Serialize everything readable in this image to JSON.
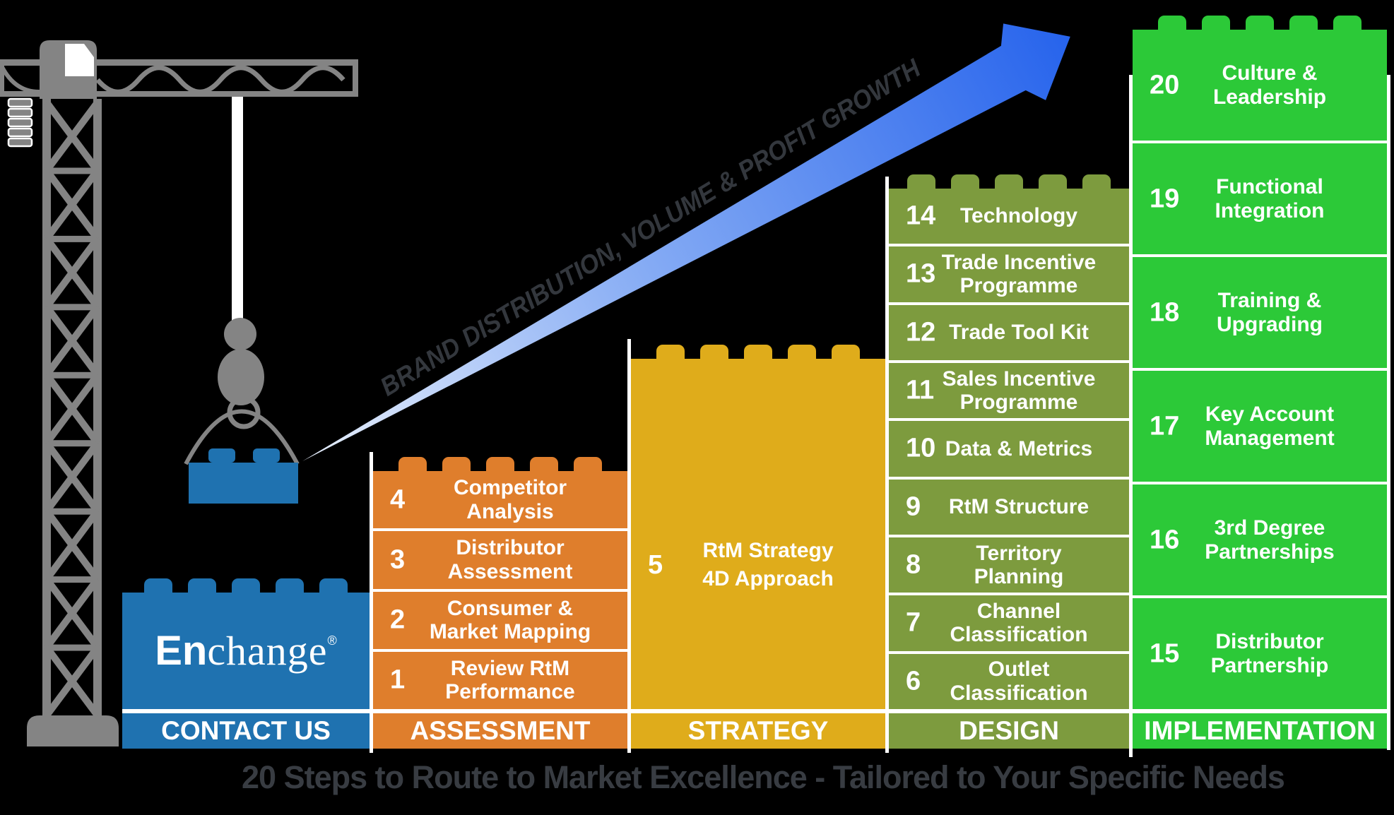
{
  "caption": "20 Steps to Route to Market Excellence - Tailored to Your Specific Needs",
  "arrow": {
    "label": "BRAND DISTRIBUTION, VOLUME & PROFIT GROWTH",
    "label_color": "#33373D",
    "gradient_start": "#E7EFFC",
    "gradient_mid": "#85ABF4",
    "gradient_end": "#2663EC"
  },
  "logo": {
    "bold": "En",
    "serif": "change",
    "reg": "®"
  },
  "colors": {
    "crane": "#848484",
    "cable": "#FFFFFF",
    "brick_blue": "#1F72B0",
    "caption_text": "#383C42",
    "background": "#000000"
  },
  "columns": [
    {
      "id": "contact",
      "label": "CONTACT US",
      "color": "#1F72B0",
      "logo": true,
      "steps": []
    },
    {
      "id": "assessment",
      "label": "ASSESSMENT",
      "color": "#DF7E2C",
      "steps": [
        {
          "num": "4",
          "text": "Competitor\nAnalysis"
        },
        {
          "num": "3",
          "text": "Distributor\nAssessment"
        },
        {
          "num": "2",
          "text": "Consumer &\nMarket Mapping"
        },
        {
          "num": "1",
          "text": "Review RtM\nPerformance"
        }
      ]
    },
    {
      "id": "strategy",
      "label": "STRATEGY",
      "color": "#DFAC1B",
      "steps": [
        {
          "num": "5",
          "text": "RtM Strategy\n4D Approach"
        }
      ]
    },
    {
      "id": "design",
      "label": "DESIGN",
      "color": "#7D9B3E",
      "steps": [
        {
          "num": "14",
          "text": "Technology"
        },
        {
          "num": "13",
          "text": "Trade Incentive\nProgramme"
        },
        {
          "num": "12",
          "text": "Trade Tool Kit"
        },
        {
          "num": "11",
          "text": "Sales Incentive\nProgramme"
        },
        {
          "num": "10",
          "text": "Data & Metrics"
        },
        {
          "num": "9",
          "text": "RtM Structure"
        },
        {
          "num": "8",
          "text": "Territory\nPlanning"
        },
        {
          "num": "7",
          "text": "Channel\nClassification"
        },
        {
          "num": "6",
          "text": "Outlet\nClassification"
        }
      ]
    },
    {
      "id": "implementation",
      "label": "IMPLEMENTATION",
      "color": "#2CC938",
      "steps": [
        {
          "num": "20",
          "text": "Culture &\nLeadership"
        },
        {
          "num": "19",
          "text": "Functional\nIntegration"
        },
        {
          "num": "18",
          "text": "Training &\nUpgrading"
        },
        {
          "num": "17",
          "text": "Key Account\nManagement"
        },
        {
          "num": "16",
          "text": "3rd Degree\nPartnerships"
        },
        {
          "num": "15",
          "text": "Distributor\nPartnership"
        }
      ]
    }
  ]
}
